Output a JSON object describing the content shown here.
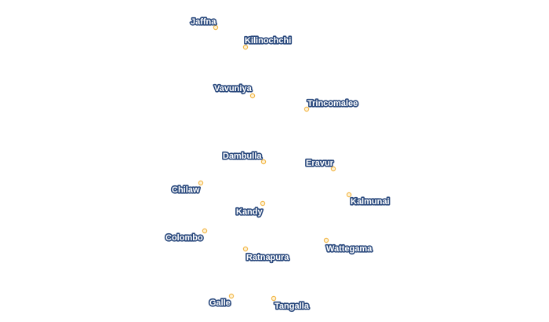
{
  "map": {
    "colors": {
      "background": "#ffffff",
      "marker_fill": "#fff3d6",
      "marker_stroke": "#f2b84b",
      "label_fill": "#ffffff",
      "label_halo": "#2b4a7e"
    },
    "cities": [
      {
        "name": "Jaffna"
      },
      {
        "name": "Kilinochchi"
      },
      {
        "name": "Vavuniya"
      },
      {
        "name": "Trincomalee"
      },
      {
        "name": "Dambulla"
      },
      {
        "name": "Eravur"
      },
      {
        "name": "Chilaw"
      },
      {
        "name": "Kalmunai"
      },
      {
        "name": "Kandy"
      },
      {
        "name": "Colombo"
      },
      {
        "name": "Wattegama"
      },
      {
        "name": "Ratnapura"
      },
      {
        "name": "Galle"
      },
      {
        "name": "Tangalla"
      }
    ]
  }
}
